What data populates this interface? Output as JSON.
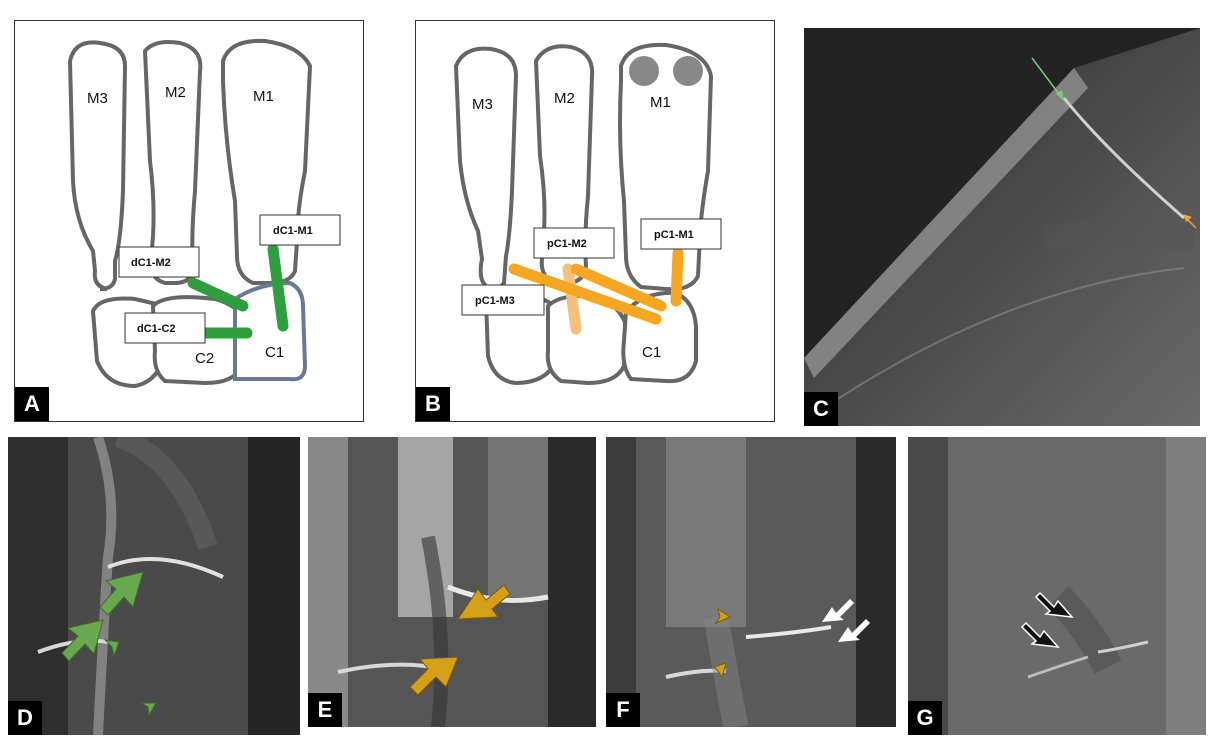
{
  "panels": {
    "a": {
      "letter": "A",
      "bones": {
        "m3": "M3",
        "m2": "M2",
        "m1": "M1",
        "c2": "C2",
        "c1": "C1"
      },
      "ligaments": {
        "dc1_m2": "dC1-M2",
        "dc1_m1": "dC1-M1",
        "dc1_c2": "dC1-C2"
      }
    },
    "b": {
      "letter": "B",
      "bones": {
        "m3": "M3",
        "m2": "M2",
        "m1": "M1",
        "c1": "C1"
      },
      "ligaments": {
        "pc1_m2": "pC1-M2",
        "pc1_m1": "pC1-M1",
        "pc1_m3": "pC1-M3"
      }
    },
    "c": {
      "letter": "C"
    },
    "d": {
      "letter": "D"
    },
    "e": {
      "letter": "E"
    },
    "f": {
      "letter": "F"
    },
    "g": {
      "letter": "G"
    }
  },
  "colors": {
    "ligament_green": "#2e9e3e",
    "ligament_orange": "#f5a623",
    "ligament_light_orange": "#f7c07a",
    "bone_outline": "#666666",
    "arrow_green": "#6aa84f",
    "arrow_yellow": "#d4a017"
  }
}
